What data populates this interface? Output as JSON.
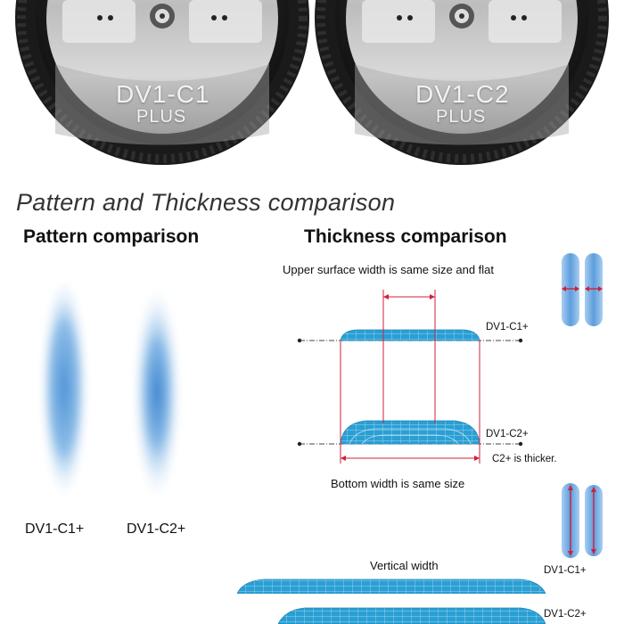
{
  "nozzles": [
    {
      "id": "c1",
      "model": "DV1-C1",
      "edition": "PLUS"
    },
    {
      "id": "c2",
      "model": "DV1-C2",
      "edition": "PLUS"
    }
  ],
  "title": "Pattern and Thickness comparison",
  "pattern": {
    "heading": "Pattern comparison",
    "labels": [
      "DV1-C1+",
      "DV1-C2+"
    ]
  },
  "thickness": {
    "heading": "Thickness comparison",
    "upper_note": "Upper surface width is same size and flat",
    "profile_c1": "DV1-C1+",
    "profile_c2": "DV1-C2+",
    "thicker_note": "C2+ is thicker.",
    "bottom_note": "Bottom width is same size"
  },
  "vertical": {
    "heading": "Vertical width",
    "label_c1": "DV1-C1+",
    "label_c2": "DV1-C2+"
  },
  "colors": {
    "spray_blue": "#2a9fd4",
    "guide_red": "#d0203a",
    "pattern_blue": "#6aa6dc"
  }
}
